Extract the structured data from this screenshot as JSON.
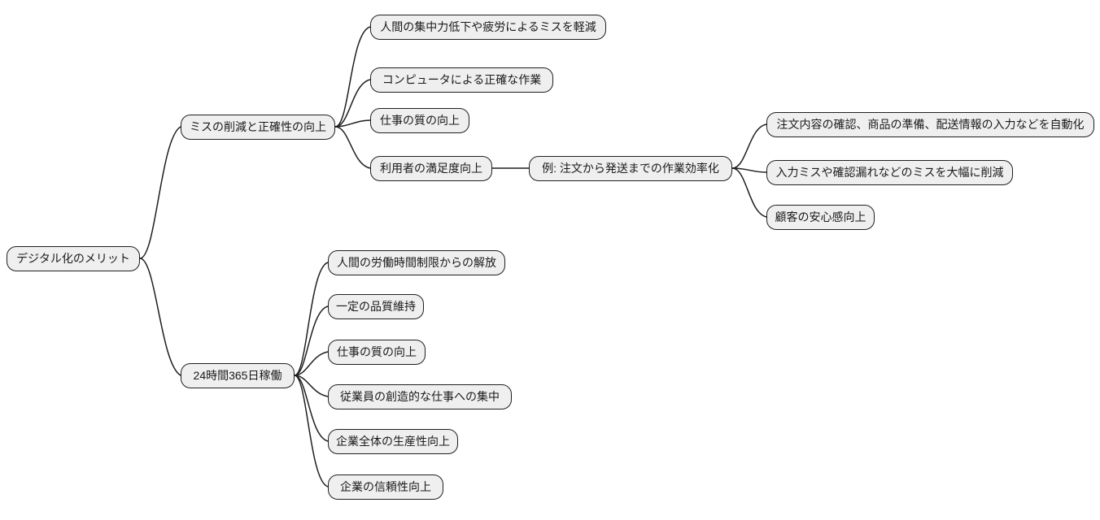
{
  "diagram": {
    "type": "mindmap",
    "title_semantic": "Benefits of digitalization mind map",
    "background_color": "#ffffff",
    "node_fill_color": "#efefef",
    "node_border_color": "#1f1f1f",
    "edge_color": "#1f1f1f",
    "text_color": "#1a1a1a"
  },
  "nodes": [
    {
      "id": "root",
      "label": "デジタル化のメリット"
    },
    {
      "id": "miss",
      "label": "ミスの削減と正確性の向上"
    },
    {
      "id": "miss-c1",
      "label": "人間の集中力低下や疲労によるミスを軽減"
    },
    {
      "id": "miss-c2",
      "label": "コンピュータによる正確な作業"
    },
    {
      "id": "miss-c3",
      "label": "仕事の質の向上"
    },
    {
      "id": "miss-c4",
      "label": "利用者の満足度向上"
    },
    {
      "id": "example",
      "label": "例: 注文から発送までの作業効率化"
    },
    {
      "id": "ex-c1",
      "label": "注文内容の確認、商品の準備、配送情報の入力などを自動化"
    },
    {
      "id": "ex-c2",
      "label": "入力ミスや確認漏れなどのミスを大幅に削減"
    },
    {
      "id": "ex-c3",
      "label": "顧客の安心感向上"
    },
    {
      "id": "always",
      "label": "24時間365日稼働"
    },
    {
      "id": "al-c1",
      "label": "人間の労働時間制限からの解放"
    },
    {
      "id": "al-c2",
      "label": "一定の品質維持"
    },
    {
      "id": "al-c3",
      "label": "仕事の質の向上"
    },
    {
      "id": "al-c4",
      "label": "従業員の創造的な仕事への集中"
    },
    {
      "id": "al-c5",
      "label": "企業全体の生産性向上"
    },
    {
      "id": "al-c6",
      "label": "企業の信頼性向上"
    }
  ],
  "edges": [
    {
      "from": "root",
      "to": "miss"
    },
    {
      "from": "root",
      "to": "always"
    },
    {
      "from": "miss",
      "to": "miss-c1"
    },
    {
      "from": "miss",
      "to": "miss-c2"
    },
    {
      "from": "miss",
      "to": "miss-c3"
    },
    {
      "from": "miss",
      "to": "miss-c4"
    },
    {
      "from": "miss-c4",
      "to": "example"
    },
    {
      "from": "example",
      "to": "ex-c1"
    },
    {
      "from": "example",
      "to": "ex-c2"
    },
    {
      "from": "example",
      "to": "ex-c3"
    },
    {
      "from": "always",
      "to": "al-c1"
    },
    {
      "from": "always",
      "to": "al-c2"
    },
    {
      "from": "always",
      "to": "al-c3"
    },
    {
      "from": "always",
      "to": "al-c4"
    },
    {
      "from": "always",
      "to": "al-c5"
    },
    {
      "from": "always",
      "to": "al-c6"
    }
  ]
}
